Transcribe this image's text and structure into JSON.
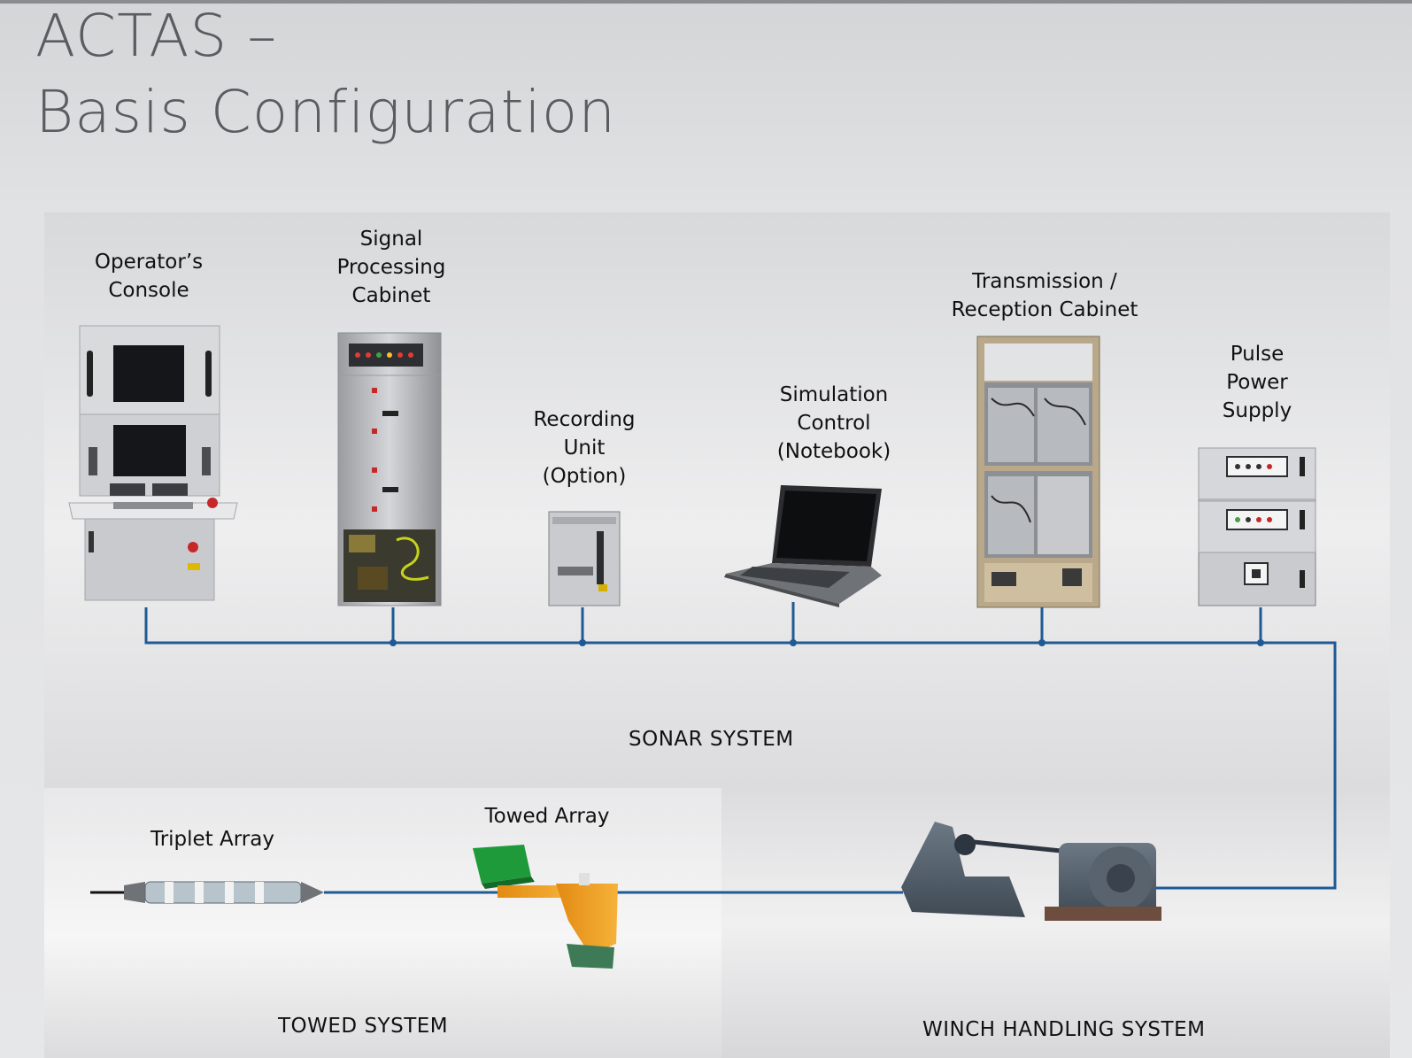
{
  "title": {
    "line1": "ACTAS –",
    "line2": "Basis Configuration"
  },
  "components": {
    "operators_console": "Operator’s\nConsole",
    "signal_processing_cabinet": "Signal\nProcessing\nCabinet",
    "recording_unit": "Recording\nUnit\n(Option)",
    "simulation_control": "Simulation\nControl\n(Notebook)",
    "transmission_reception_cabinet": "Transmission /\nReception Cabinet",
    "pulse_power_supply": "Pulse\nPower\nSupply",
    "triplet_array": "Triplet Array",
    "towed_array": "Towed Array"
  },
  "systems": {
    "sonar": "SONAR SYSTEM",
    "towed": "TOWED SYSTEM",
    "winch": "WINCH HANDLING SYSTEM"
  },
  "colors": {
    "bus_line": "#1f5a94",
    "title_text": "#5a5c60"
  }
}
